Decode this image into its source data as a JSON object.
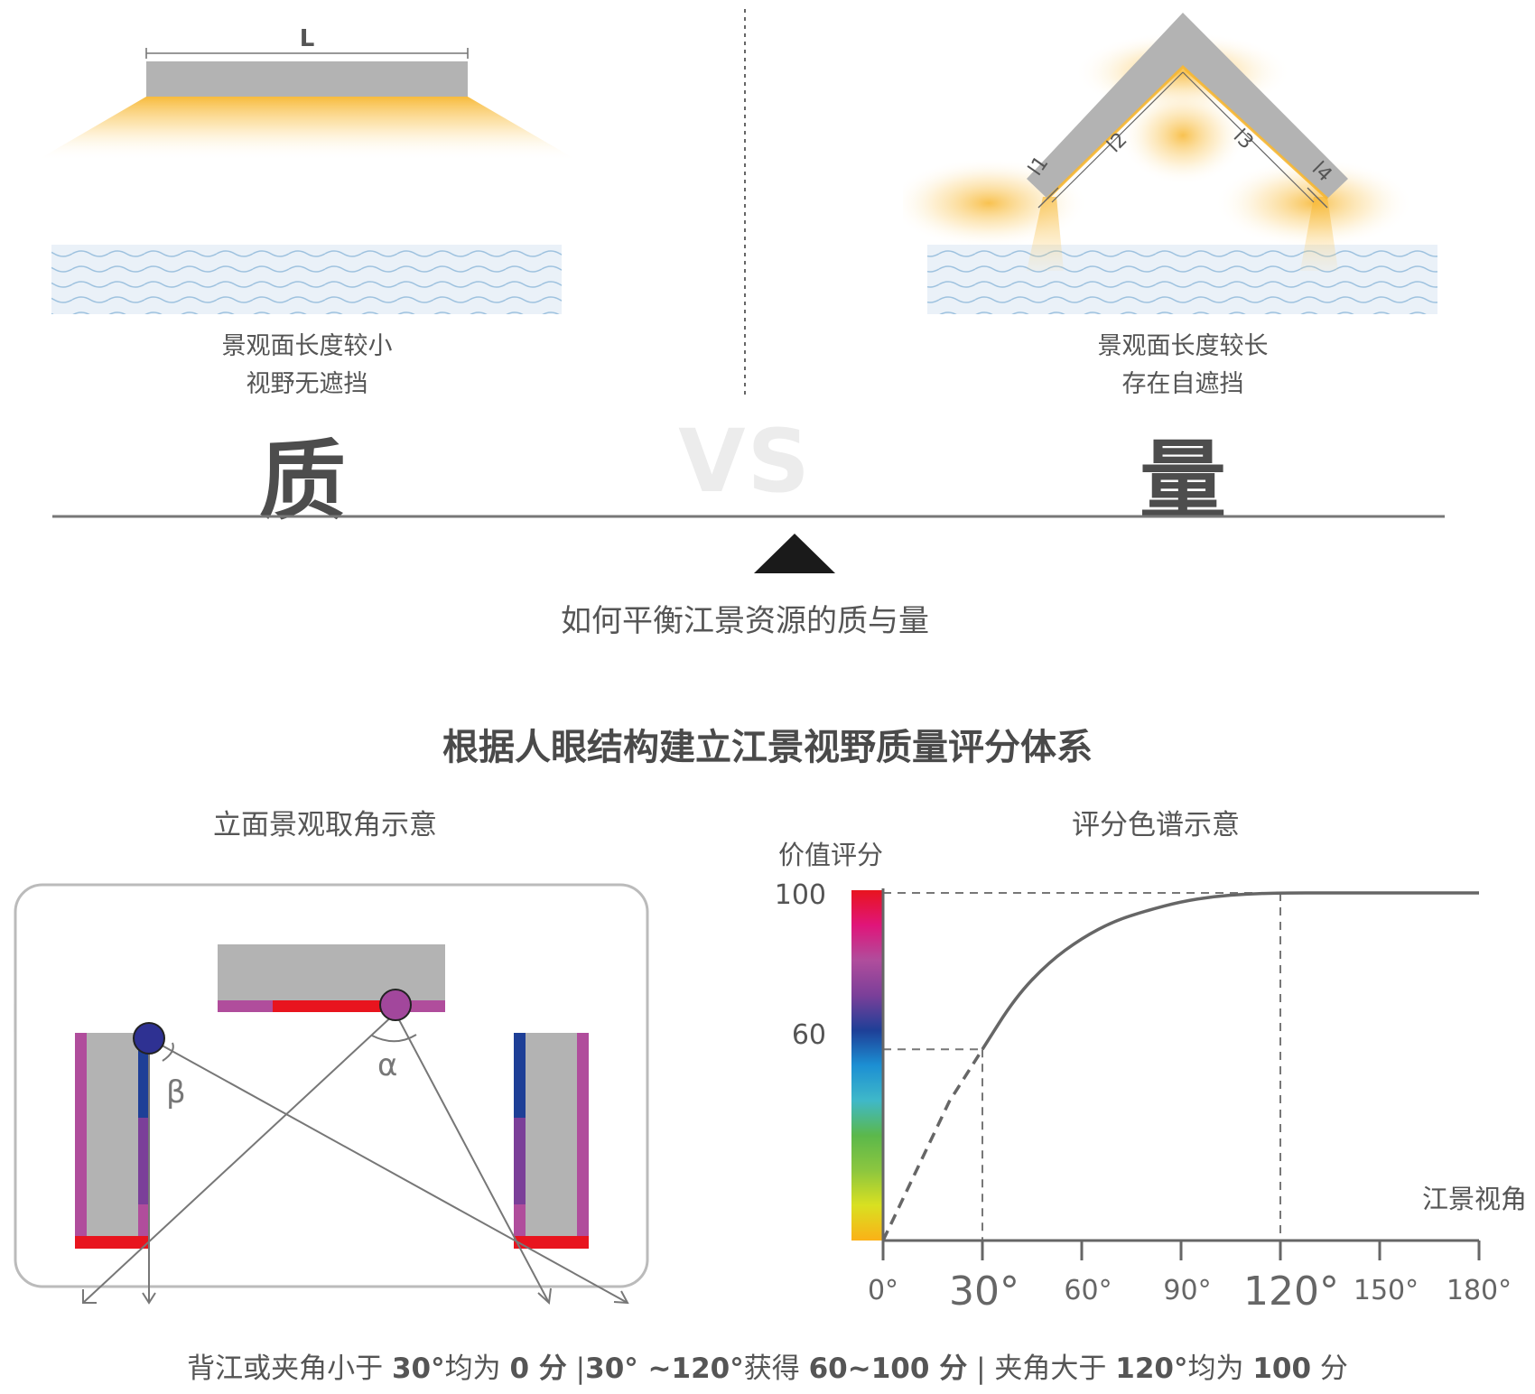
{
  "top": {
    "left": {
      "length_label": "L",
      "caption_line1": "景观面长度较小",
      "caption_line2": "视野无遮挡",
      "big_char": "质"
    },
    "right": {
      "segment_labels": [
        "l1",
        "l2",
        "l3",
        "l4"
      ],
      "caption_line1": "景观面长度较长",
      "caption_line2": "存在自遮挡",
      "big_char": "量"
    },
    "vs_text": "VS",
    "question": "如何平衡江景资源的质与量"
  },
  "section_title": "根据人眼结构建立江景视野质量评分体系",
  "elevation_diagram": {
    "title": "立面景观取角示意",
    "angle_alpha": "α",
    "angle_beta": "β"
  },
  "score_chart": {
    "title": "评分色谱示意",
    "y_title": "价值评分",
    "x_title": "江景视角",
    "y_ticks": [
      "100",
      "60"
    ],
    "x_ticks": [
      "0°",
      "30°",
      "60°",
      "90°",
      "120°",
      "150°",
      "180°"
    ]
  },
  "chart_data": {
    "type": "line",
    "title": "评分色谱示意",
    "xlabel": "江景视角",
    "ylabel": "价值评分",
    "xlim": [
      0,
      180
    ],
    "ylim": [
      0,
      100
    ],
    "x_ticks": [
      0,
      30,
      60,
      90,
      120,
      150,
      180
    ],
    "y_ticks": [
      60,
      100
    ],
    "series": [
      {
        "x": [
          0,
          10,
          20,
          30,
          40,
          50,
          60,
          70,
          80,
          90,
          100,
          110,
          120,
          135,
          150,
          165,
          180
        ],
        "y": [
          0,
          20,
          40,
          55,
          70,
          80,
          87,
          92,
          95,
          97.5,
          99,
          99.7,
          100,
          100,
          100,
          100,
          100
        ]
      }
    ],
    "reference_lines": [
      {
        "x": 30,
        "y": 55
      },
      {
        "x": 120,
        "y": 100
      }
    ],
    "colorbar": [
      "#e8141e",
      "#e0157a",
      "#b04d9c",
      "#7b3f99",
      "#1e3f97",
      "#1c8fd3",
      "#3fb8c9",
      "#5bb84b",
      "#8cc63f",
      "#d9e021",
      "#fbb117"
    ],
    "grid": false
  },
  "footer": {
    "part1": "背江或夹角小于 ",
    "part2": "30°",
    "part3": "均为 ",
    "part4": "0 分",
    "part5": " |",
    "part6": "30° ~120°",
    "part7": "获得 ",
    "part8": "60~100 分",
    "part9": " | 夹角大于 ",
    "part10": "120°",
    "part11": "均为 ",
    "part12": "100",
    "part13": " 分"
  }
}
